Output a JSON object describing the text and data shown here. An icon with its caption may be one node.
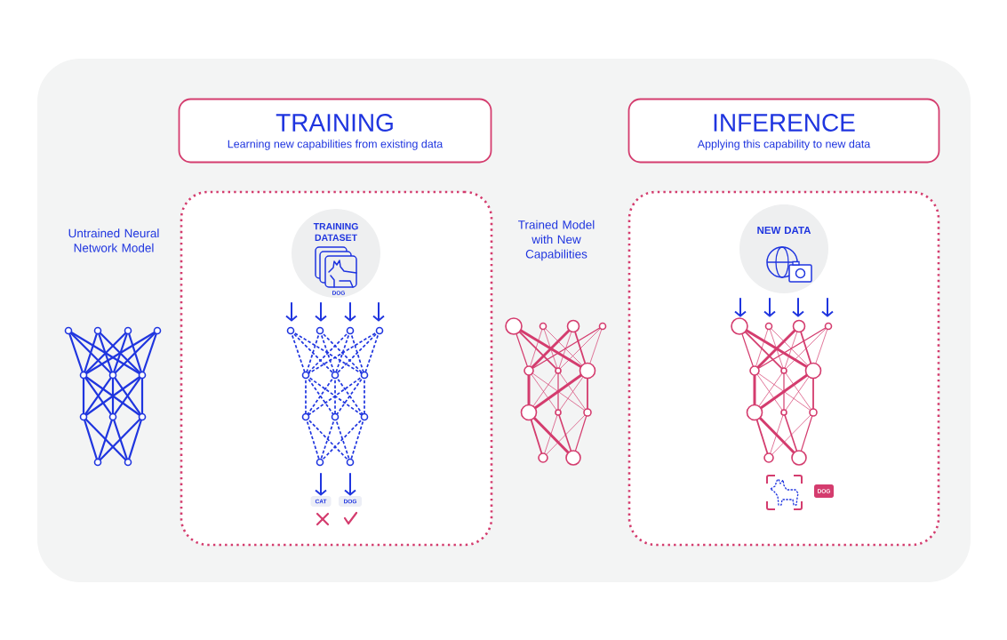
{
  "diagram": {
    "nodes": [
      {
        "text": [
          "TRAINING",
          "Learning new capabilities from existing data"
        ]
      },
      {
        "text": [
          "INFERENCE",
          "Applying this capability to new data"
        ]
      },
      {
        "text": [],
        "shape": "picture"
      },
      {
        "text": [],
        "shape": "box"
      },
      {
        "text": [
          "TRAINING DATASET",
          "DOG"
        ],
        "in": 3
      },
      {
        "text": [],
        "shape": "picture",
        "in": 3
      },
      {
        "text": [
          "CAT"
        ],
        "in": 3
      },
      {
        "text": [
          "DOG"
        ],
        "in": 3
      },
      {
        "text": [],
        "shape": "picture"
      },
      {
        "text": [],
        "shape": "box"
      },
      {
        "text": [
          "NEW DATA"
        ],
        "in": 9
      },
      {
        "text": [],
        "shape": "picture",
        "in": 9
      },
      {
        "text": [
          "DOG"
        ],
        "in": 9
      }
    ],
    "edges": [
      {
        "from": 4,
        "to": 5,
        "arrow": "to"
      },
      {
        "from": 4,
        "to": 5,
        "arrow": "to"
      },
      {
        "from": 4,
        "to": 5,
        "arrow": "to"
      },
      {
        "from": 4,
        "to": 5,
        "arrow": "to"
      },
      {
        "from": 5,
        "to": 6,
        "arrow": "to"
      },
      {
        "from": 5,
        "to": 7,
        "arrow": "to"
      },
      {
        "from": 10,
        "to": 11,
        "arrow": "to"
      },
      {
        "from": 10,
        "to": 11,
        "arrow": "to"
      },
      {
        "from": 10,
        "to": 11,
        "arrow": "to"
      },
      {
        "from": 10,
        "to": 11,
        "arrow": "to"
      }
    ],
    "labels": [
      "Untrained Neural Network Model",
      "Trained Model with New Capabilities"
    ]
  }
}
